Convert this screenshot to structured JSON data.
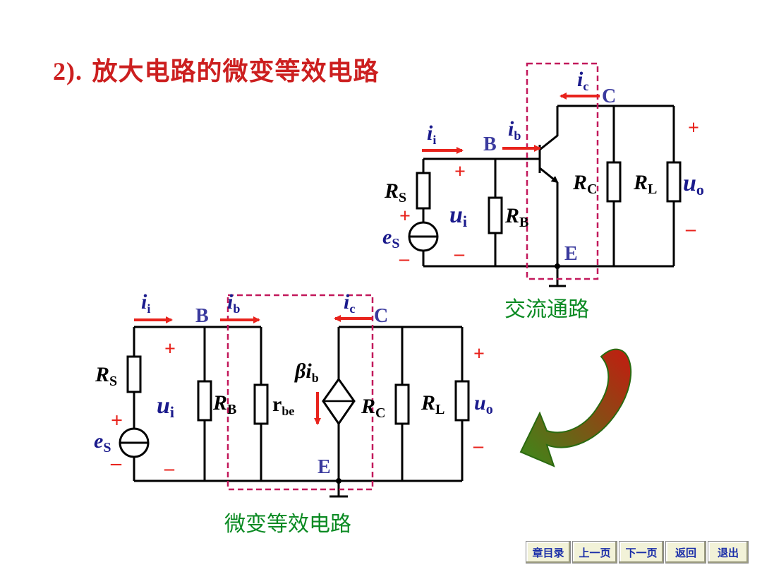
{
  "title": {
    "number": "2).",
    "text": "放大电路的微变等效电路"
  },
  "top_circuit": {
    "caption": "交流通路",
    "labels": {
      "ii": "i",
      "ii_sub": "i",
      "ib": "i",
      "ib_sub": "b",
      "ic": "i",
      "ic_sub": "c",
      "B": "B",
      "C": "C",
      "E": "E",
      "RS": "R",
      "RS_sub": "S",
      "RB": "R",
      "RB_sub": "B",
      "RC": "R",
      "RC_sub": "C",
      "RL": "R",
      "RL_sub": "L",
      "ui": "u",
      "ui_sub": "i",
      "uo": "u",
      "uo_sub": "o",
      "eS": "e",
      "eS_sub": "S",
      "plus": "+",
      "minus": "–"
    }
  },
  "bottom_circuit": {
    "caption": "微变等效电路",
    "labels": {
      "ii": "i",
      "ii_sub": "i",
      "ib": "i",
      "ib_sub": "b",
      "ic": "i",
      "ic_sub": "c",
      "B": "B",
      "C": "C",
      "E": "E",
      "RS": "R",
      "RS_sub": "S",
      "RB": "R",
      "RB_sub": "B",
      "rbe": "r",
      "rbe_sub": "be",
      "beta": "β",
      "beta_i": "i",
      "beta_sub": "b",
      "RC": "R",
      "RC_sub": "C",
      "RL": "R",
      "RL_sub": "L",
      "ui": "u",
      "ui_sub": "i",
      "uo": "u",
      "uo_sub": "o",
      "eS": "e",
      "eS_sub": "S",
      "plus": "+",
      "minus": "–"
    }
  },
  "nav": {
    "chapter_index": "章目录",
    "prev_page": "上一页",
    "next_page": "下一页",
    "back": "返回",
    "exit": "退出"
  },
  "colors": {
    "title": "#cc1f1f",
    "wire": "#000000",
    "current_arrow": "#e8231c",
    "label_blue": "#1a1a8c",
    "node_label": "#3a3a9e",
    "polarity_red": "#e8231c",
    "dash_box": "#c2185b",
    "caption_green": "#0a8a22",
    "curved_arrow_start": "#3a8a1a",
    "curved_arrow_end": "#c41b10"
  }
}
